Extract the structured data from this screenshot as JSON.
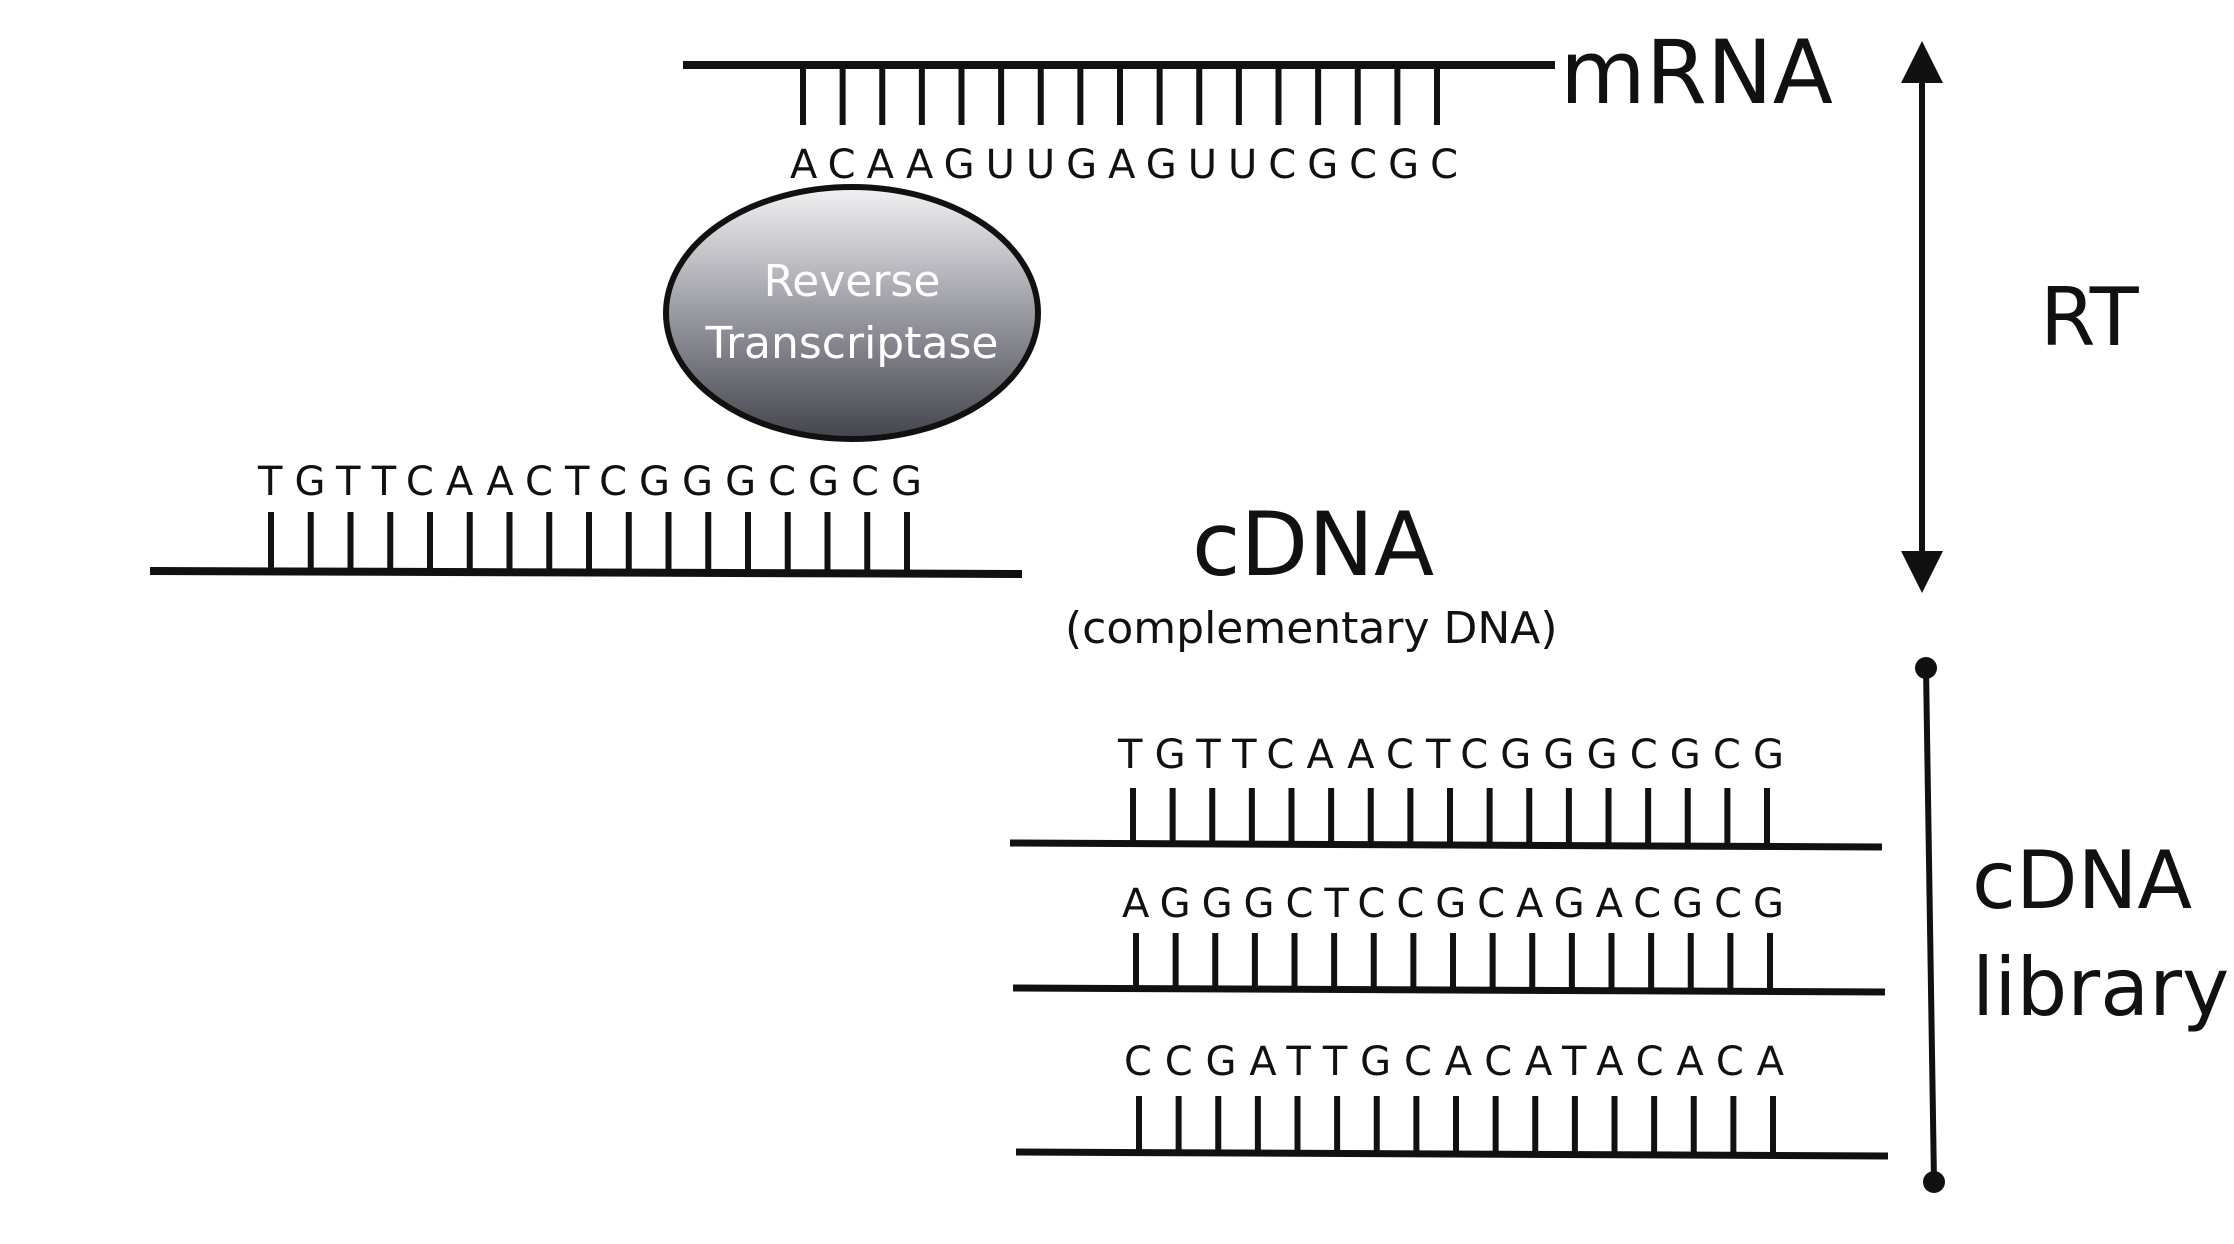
{
  "mrna": {
    "label": "mRNA",
    "sequence": "ACAAGUUGAGUUCGCGC"
  },
  "enzyme": {
    "line1": "Reverse",
    "line2": "Transcriptase"
  },
  "cdna": {
    "sequence": "TGTTCAACTCGGGCGCG",
    "label": "cDNA",
    "sublabel": "(complementary DNA)"
  },
  "rt_label": "RT",
  "library": {
    "label_line1": "cDNA",
    "label_line2": "library",
    "strands": [
      {
        "sequence": "TGTTCAACTCGGGCGCG"
      },
      {
        "sequence": "AGGGCTCCGCAGACGCG"
      },
      {
        "sequence": "CCGATTGCACATACACA"
      }
    ]
  }
}
